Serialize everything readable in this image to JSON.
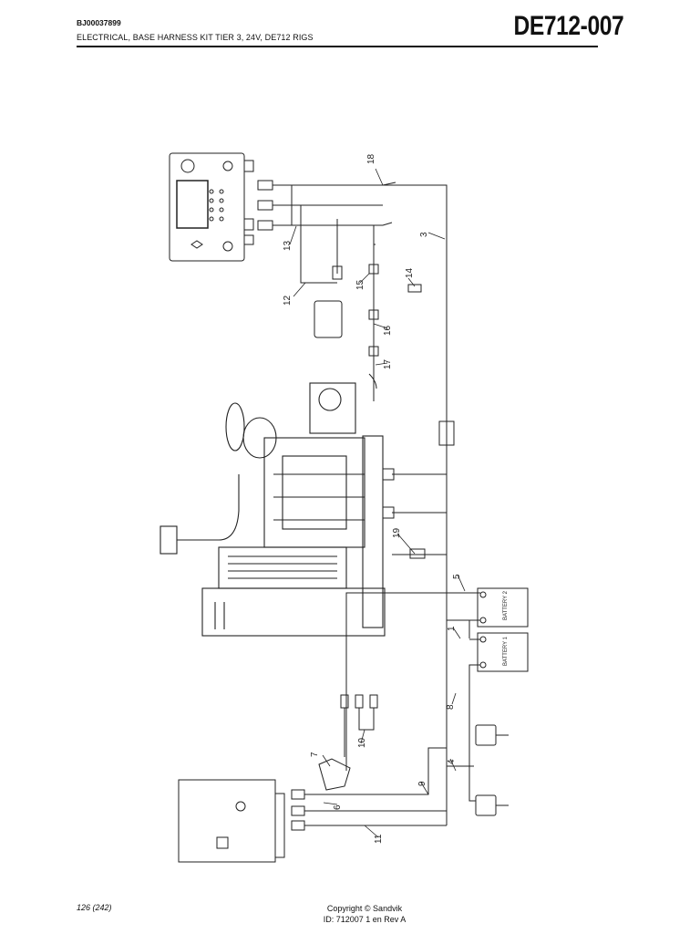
{
  "header": {
    "doc_id": "BJ00037899",
    "title": "ELECTRICAL, BASE HARNESS KIT TIER 3, 24V, DE712 RIGS",
    "page_code": "DE712-007"
  },
  "footer": {
    "page": "126 (242)",
    "copyright": "Copyright © Sandvik",
    "doc_ref": "ID: 712007 1 en Rev A"
  },
  "callouts": [
    "18",
    "3",
    "13",
    "14",
    "12",
    "15",
    "16",
    "17",
    "19",
    "5",
    "1",
    "8",
    "7",
    "10",
    "4",
    "9",
    "6",
    "11"
  ],
  "labels": {
    "battery_1": "BATTERY 1",
    "battery_2": "BATTERY 2"
  },
  "colors": {
    "line": "#222222",
    "background": "#ffffff"
  }
}
